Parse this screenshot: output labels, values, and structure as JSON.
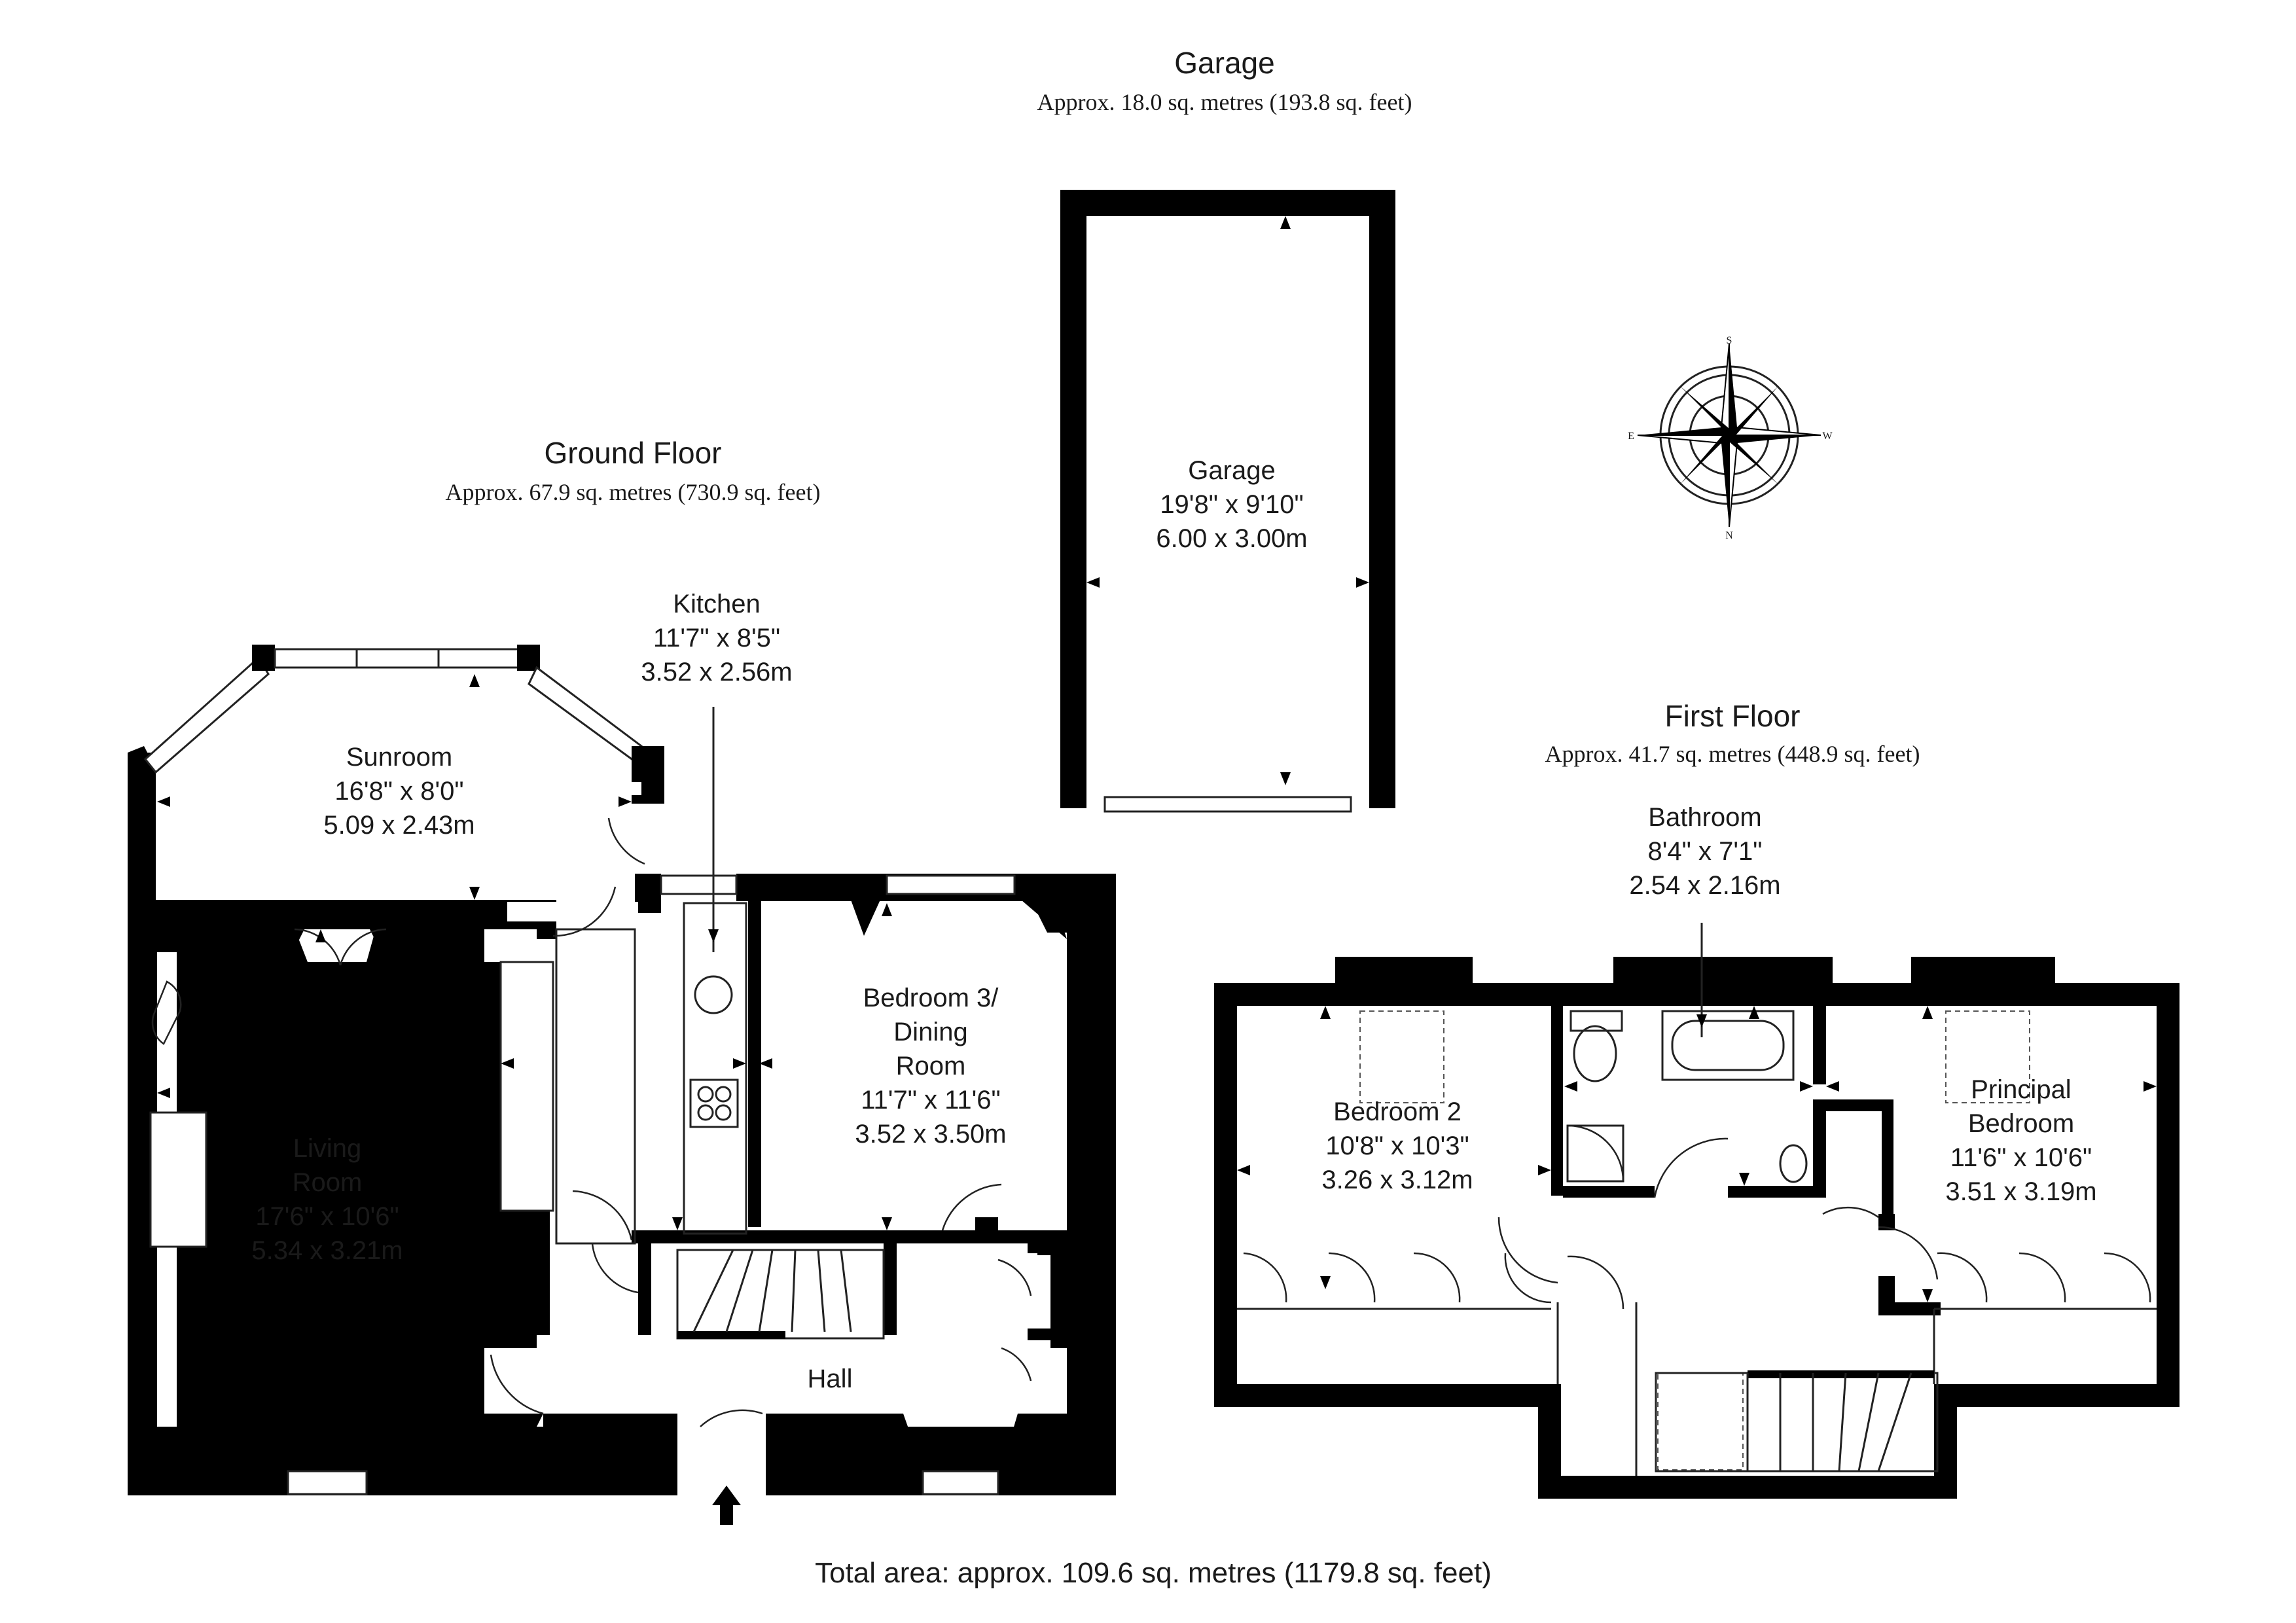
{
  "garage_section": {
    "title": "Garage",
    "area": "Approx. 18.0 sq. metres (193.8 sq. feet)"
  },
  "ground_floor": {
    "title": "Ground Floor",
    "area": "Approx. 67.9 sq. metres (730.9 sq. feet)"
  },
  "first_floor": {
    "title": "First Floor",
    "area": "Approx. 41.7 sq. metres (448.9 sq. feet)"
  },
  "rooms": {
    "garage": {
      "name": "Garage",
      "imperial": "19'8\" x 9'10\"",
      "metric": "6.00 x 3.00m"
    },
    "kitchen": {
      "name": "Kitchen",
      "imperial": "11'7\" x 8'5\"",
      "metric": "3.52 x 2.56m"
    },
    "sunroom": {
      "name": "Sunroom",
      "imperial": "16'8\" x 8'0\"",
      "metric": "5.09 x 2.43m"
    },
    "living": {
      "name_line1": "Living",
      "name_line2": "Room",
      "imperial": "17'6\" x 10'6\"",
      "metric": "5.34 x 3.21m"
    },
    "bedroom3": {
      "name_line1": "Bedroom 3/",
      "name_line2": "Dining",
      "name_line3": "Room",
      "imperial": "11'7\" x 11'6\"",
      "metric": "3.52 x 3.50m"
    },
    "hall": {
      "name": "Hall"
    },
    "bathroom": {
      "name": "Bathroom",
      "imperial": "8'4\" x 7'1\"",
      "metric": "2.54 x 2.16m"
    },
    "bedroom2": {
      "name": "Bedroom 2",
      "imperial": "10'8\" x 10'3\"",
      "metric": "3.26 x 3.12m"
    },
    "principal": {
      "name_line1": "Principal",
      "name_line2": "Bedroom",
      "imperial": "11'6\" x 10'6\"",
      "metric": "3.51 x 3.19m"
    }
  },
  "compass": {
    "n": "N",
    "s": "S",
    "e": "E",
    "w": "W"
  },
  "total_area": "Total area: approx. 109.6 sq. metres (1179.8 sq. feet)",
  "colors": {
    "wall": "#000000",
    "line": "#222222",
    "background": "#ffffff"
  }
}
